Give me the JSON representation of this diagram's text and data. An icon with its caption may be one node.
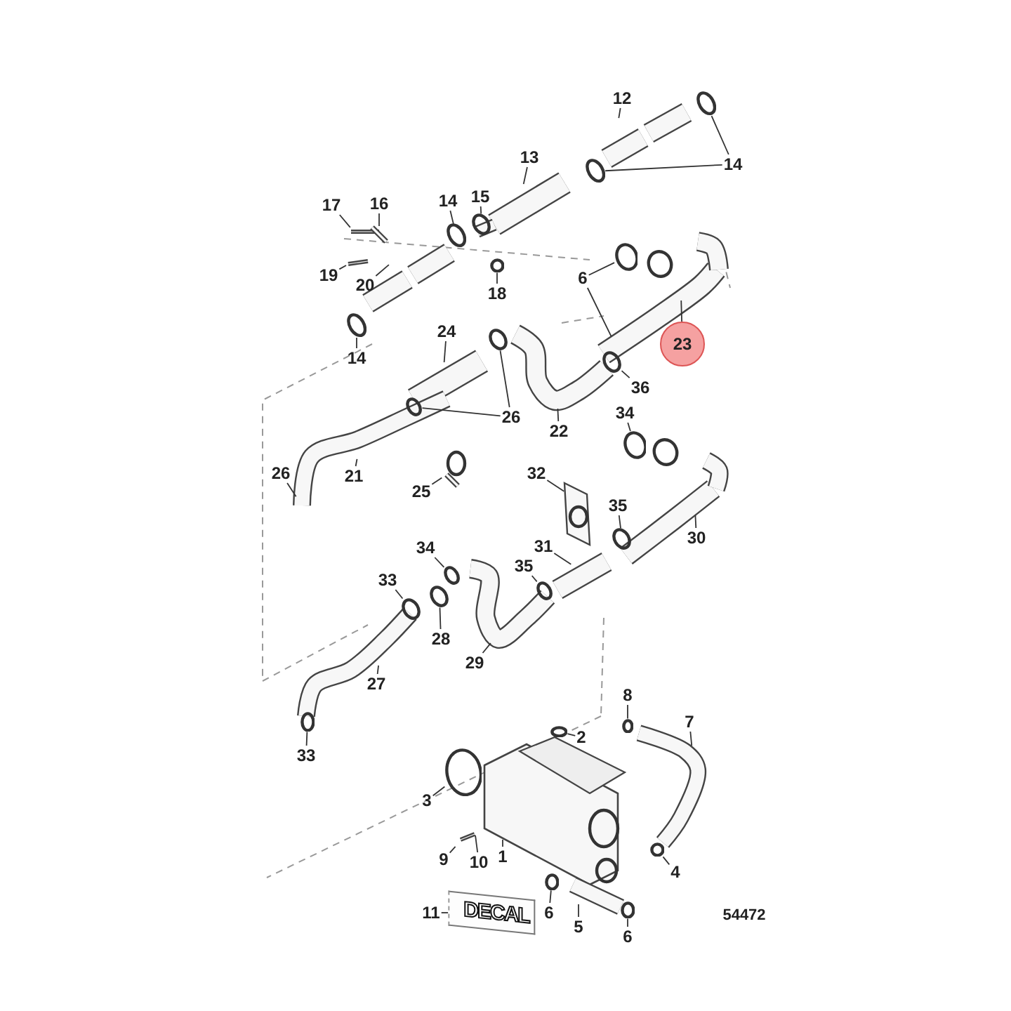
{
  "diagram": {
    "nodes": [
      {
        "text": [
          "12"
        ]
      },
      {
        "text": [
          "13"
        ]
      },
      {
        "text": [
          "14"
        ]
      },
      {
        "text": [
          "17"
        ]
      },
      {
        "text": [
          "16"
        ]
      },
      {
        "text": [
          "15"
        ]
      },
      {
        "text": [
          "14"
        ]
      },
      {
        "text": [
          "19"
        ]
      },
      {
        "text": [
          "6"
        ]
      },
      {
        "text": [
          "20"
        ]
      },
      {
        "text": [
          "18"
        ]
      },
      {
        "text": [
          "24"
        ]
      },
      {
        "text": [
          "23"
        ]
      },
      {
        "text": [
          "14"
        ]
      },
      {
        "text": [
          "36"
        ]
      },
      {
        "text": [
          "26"
        ]
      },
      {
        "text": [
          "34"
        ]
      },
      {
        "text": [
          "22"
        ]
      },
      {
        "text": [
          "26"
        ]
      },
      {
        "text": [
          "32"
        ]
      },
      {
        "text": [
          "21"
        ]
      },
      {
        "text": [
          "25"
        ]
      },
      {
        "text": [
          "35"
        ]
      },
      {
        "text": [
          "30"
        ]
      },
      {
        "text": [
          "31"
        ]
      },
      {
        "text": [
          "34"
        ]
      },
      {
        "text": [
          "35"
        ]
      },
      {
        "text": [
          "33"
        ]
      },
      {
        "text": [
          "28"
        ]
      },
      {
        "text": [
          "29"
        ]
      },
      {
        "text": [
          "27"
        ]
      },
      {
        "text": [
          "8"
        ]
      },
      {
        "text": [
          "7"
        ]
      },
      {
        "text": [
          "2"
        ]
      },
      {
        "text": [
          "33"
        ]
      },
      {
        "text": [
          "3"
        ]
      },
      {
        "text": [
          "10"
        ]
      },
      {
        "text": [
          "1"
        ]
      },
      {
        "text": [
          "9"
        ]
      },
      {
        "text": [
          "4"
        ]
      },
      {
        "text": [
          "11"
        ]
      },
      {
        "text": [
          "DECAL"
        ]
      },
      {
        "text": [
          "6"
        ]
      },
      {
        "text": [
          "5"
        ]
      },
      {
        "text": [
          "6"
        ]
      },
      {
        "text": [],
        "shape": "ring"
      },
      {
        "text": [],
        "shape": "ring"
      },
      {
        "text": [],
        "shape": "ring"
      },
      {
        "text": [],
        "shape": "ring"
      },
      {
        "text": [],
        "shape": "ring"
      },
      {
        "text": [],
        "shape": "ring"
      },
      {
        "text": [],
        "shape": "ring"
      },
      {
        "text": [],
        "shape": "ring"
      },
      {
        "text": [],
        "shape": "ring"
      },
      {
        "text": [],
        "shape": "ring"
      },
      {
        "text": [],
        "shape": "ring"
      },
      {
        "text": [],
        "shape": "ring"
      },
      {
        "text": [],
        "shape": "ring"
      },
      {
        "text": [],
        "shape": "ring"
      },
      {
        "text": [],
        "shape": "ring"
      },
      {
        "text": [],
        "shape": "ring"
      },
      {
        "text": [],
        "shape": "ring"
      },
      {
        "text": [],
        "shape": "ring"
      },
      {
        "text": [],
        "shape": "ring"
      },
      {
        "text": [],
        "shape": "ring"
      },
      {
        "text": [],
        "shape": "ring"
      },
      {
        "text": [],
        "shape": "ring"
      },
      {
        "text": [],
        "shape": "ring"
      }
    ],
    "edges": [
      {
        "from": 0,
        "to": null,
        "arrow": "none"
      },
      {
        "from": 1,
        "to": null,
        "arrow": "none"
      },
      {
        "from": 2,
        "to": 45,
        "arrow": "none"
      },
      {
        "from": 2,
        "to": 46,
        "arrow": "none"
      },
      {
        "from": 3,
        "to": null,
        "arrow": "none"
      },
      {
        "from": 4,
        "to": null,
        "arrow": "none"
      },
      {
        "from": 5,
        "to": 47,
        "arrow": "none"
      },
      {
        "from": 6,
        "to": 48,
        "arrow": "none"
      },
      {
        "from": 7,
        "to": null,
        "arrow": "none"
      },
      {
        "from": 8,
        "to": 49,
        "arrow": "none"
      },
      {
        "from": 8,
        "to": null,
        "arrow": "none"
      },
      {
        "from": 9,
        "to": null,
        "arrow": "none"
      },
      {
        "from": 10,
        "to": 50,
        "arrow": "none"
      },
      {
        "from": 11,
        "to": null,
        "arrow": "none"
      },
      {
        "from": 12,
        "to": null,
        "arrow": "none"
      },
      {
        "from": 13,
        "to": 51,
        "arrow": "none"
      },
      {
        "from": 14,
        "to": 52,
        "arrow": "none"
      },
      {
        "from": 15,
        "to": 53,
        "arrow": "none"
      },
      {
        "from": 15,
        "to": 54,
        "arrow": "none"
      },
      {
        "from": 16,
        "to": 55,
        "arrow": "none"
      },
      {
        "from": 17,
        "to": null,
        "arrow": "none"
      },
      {
        "from": 18,
        "to": null,
        "arrow": "none"
      },
      {
        "from": 19,
        "to": null,
        "arrow": "none"
      },
      {
        "from": 20,
        "to": null,
        "arrow": "none"
      },
      {
        "from": 21,
        "to": null,
        "arrow": "none"
      },
      {
        "from": 22,
        "to": 56,
        "arrow": "none"
      },
      {
        "from": 23,
        "to": null,
        "arrow": "none"
      },
      {
        "from": 24,
        "to": null,
        "arrow": "none"
      },
      {
        "from": 25,
        "to": 57,
        "arrow": "none"
      },
      {
        "from": 26,
        "to": 58,
        "arrow": "none"
      },
      {
        "from": 27,
        "to": 59,
        "arrow": "none"
      },
      {
        "from": 28,
        "to": 66,
        "arrow": "none"
      },
      {
        "from": 29,
        "to": null,
        "arrow": "none"
      },
      {
        "from": 30,
        "to": null,
        "arrow": "none"
      },
      {
        "from": 31,
        "to": 60,
        "arrow": "none"
      },
      {
        "from": 32,
        "to": null,
        "arrow": "none"
      },
      {
        "from": 33,
        "to": 61,
        "arrow": "none"
      },
      {
        "from": 34,
        "to": 62,
        "arrow": "none"
      },
      {
        "from": 35,
        "to": 67,
        "arrow": "none"
      },
      {
        "from": 36,
        "to": null,
        "arrow": "none"
      },
      {
        "from": 37,
        "to": null,
        "arrow": "none"
      },
      {
        "from": 38,
        "to": null,
        "arrow": "none"
      },
      {
        "from": 39,
        "to": 63,
        "arrow": "none"
      },
      {
        "from": 40,
        "to": 41,
        "arrow": "none"
      },
      {
        "from": 42,
        "to": 64,
        "arrow": "none"
      },
      {
        "from": 43,
        "to": null,
        "arrow": "none"
      },
      {
        "from": 44,
        "to": 65,
        "arrow": "none"
      }
    ],
    "labels": [
      "54472"
    ]
  }
}
